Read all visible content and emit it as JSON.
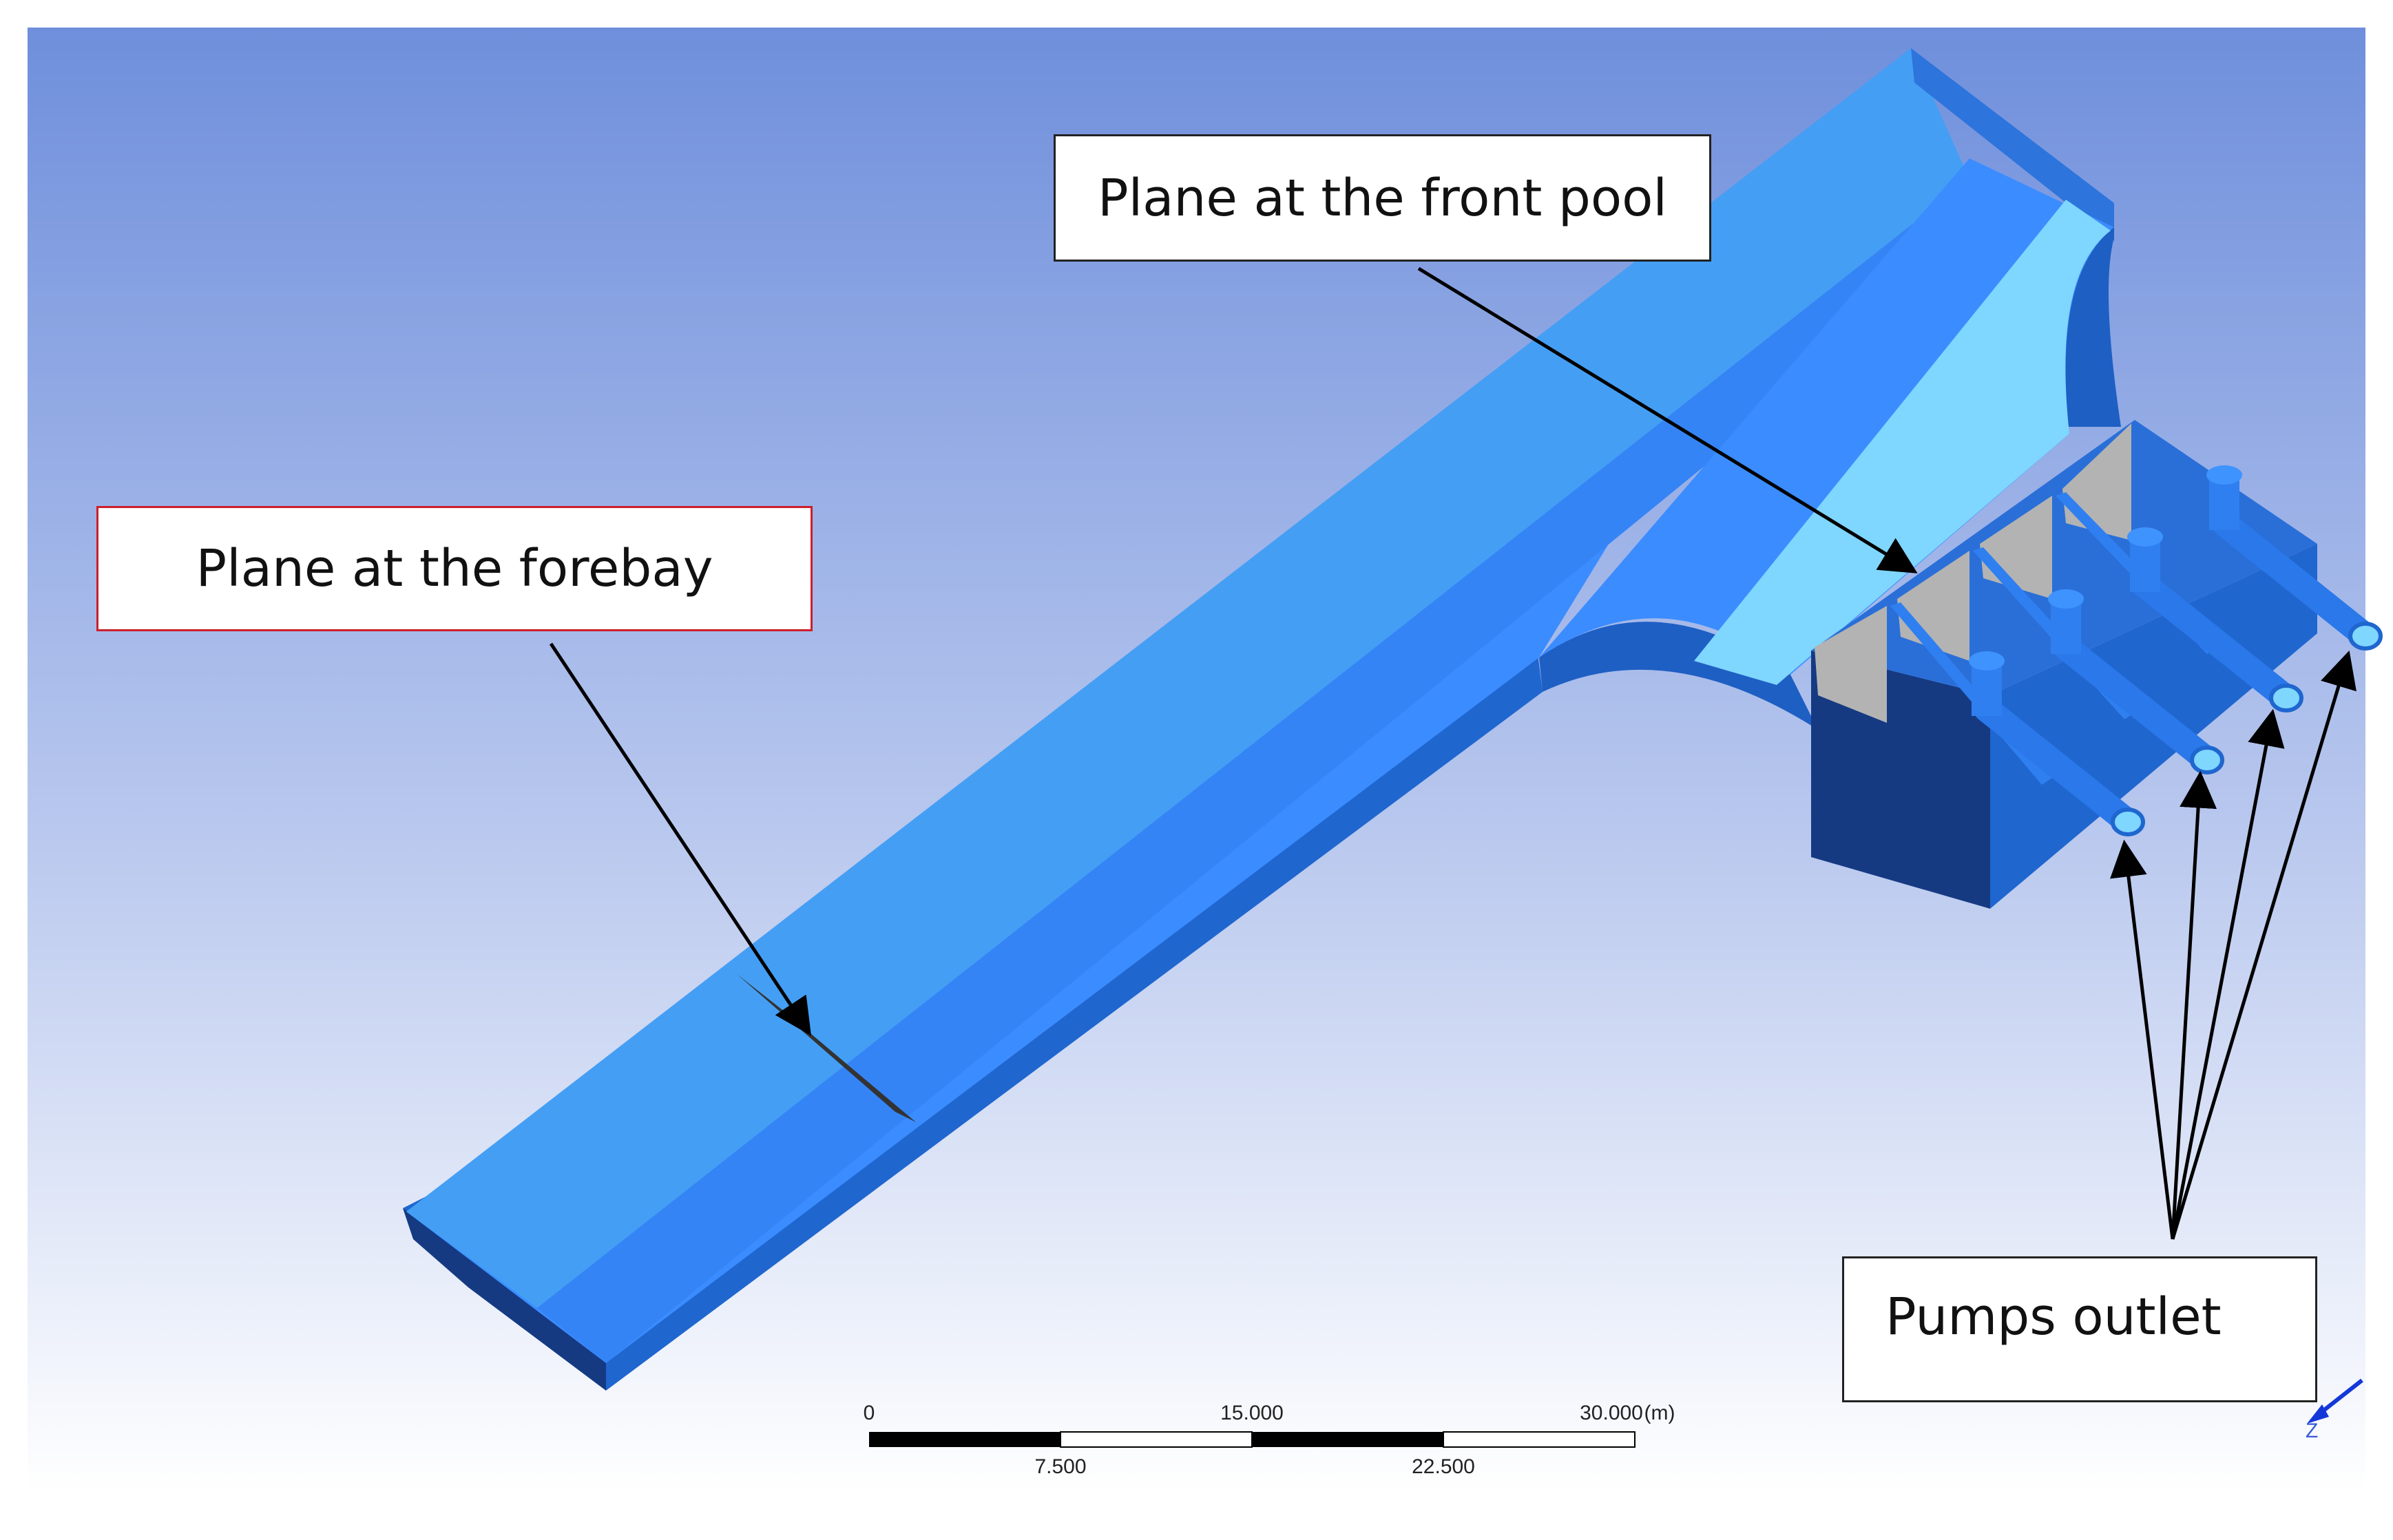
{
  "callouts": {
    "forebay": "Plane at the forebay",
    "front_pool": "Plane at the front pool",
    "pumps_outlet": "Pumps outlet"
  },
  "scale_bar": {
    "top_labels": [
      "0",
      "15.000",
      "30.000"
    ],
    "unit": "(m)",
    "bottom_labels": [
      "7.500",
      "22.500"
    ]
  },
  "axis_triad": {
    "label": "Z"
  },
  "colors": {
    "water_surface": "#3b8cff",
    "bank_surface": "#449ff4",
    "side_wall": "#1f66cf",
    "dark_wall": "#153a82",
    "front_pool_plane": "#7fd6ff",
    "pump_bay_divider": "#b3b3b3",
    "forebay_callout_border": "#cc1f2a",
    "callout_border": "#222222",
    "background_top": "#6f8fdc",
    "background_bottom": "#ffffff"
  },
  "pump_count": 4
}
